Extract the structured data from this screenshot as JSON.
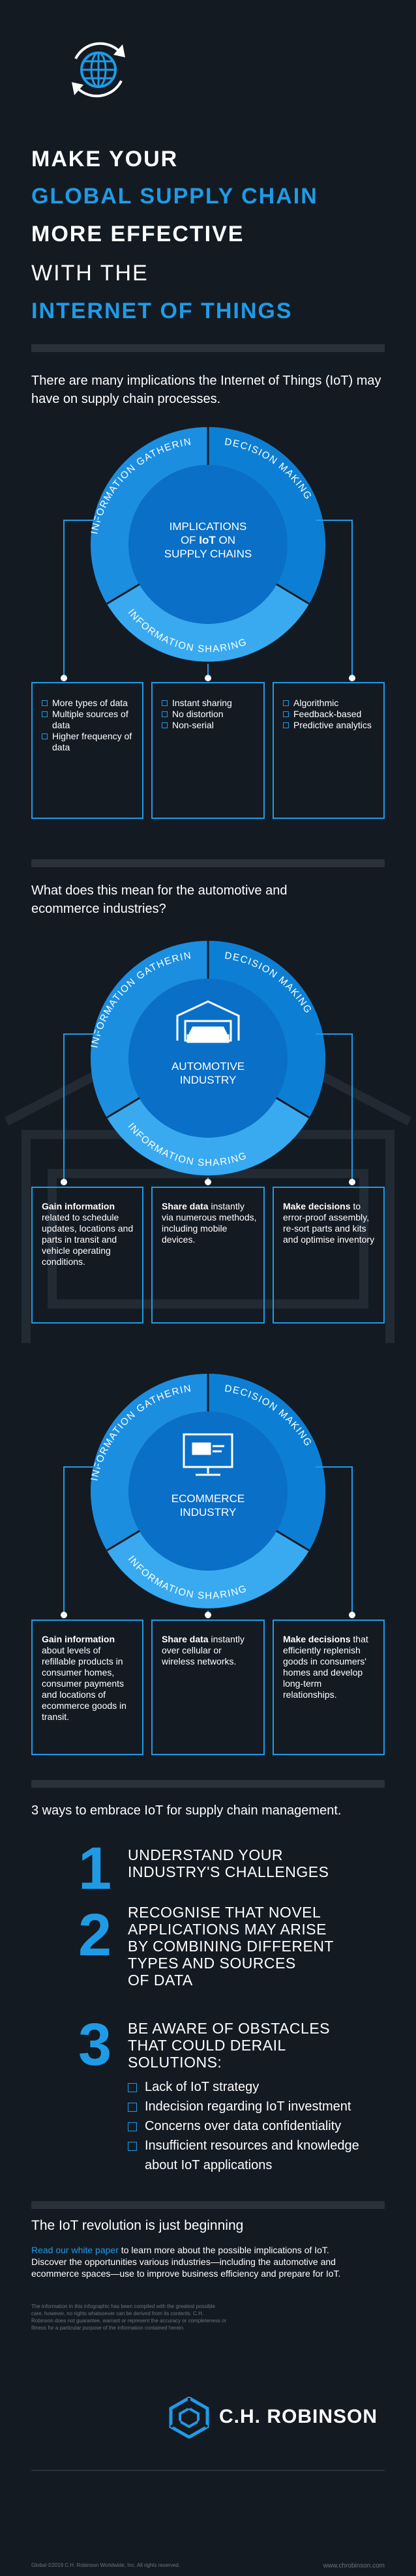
{
  "header": {
    "title_lines": [
      "MAKE YOUR",
      "GLOBAL SUPPLY CHAIN",
      "MORE EFFECTIVE",
      "WITH THE",
      "INTERNET OF THINGS"
    ]
  },
  "section1": {
    "intro": "There are many implications the Internet of Things (IoT) may have on supply chain processes.",
    "ring": {
      "left": "INFORMATION GATHERING",
      "right": "DECISION MAKING",
      "bottom": "INFORMATION SHARING"
    },
    "center": {
      "line1": "IMPLICATIONS",
      "line2_pre": "OF ",
      "line2_bold": "IoT",
      "line2_post": " ON",
      "line3": "SUPPLY CHAINS"
    },
    "boxes": [
      [
        "More types of data",
        "Multiple sources of data",
        "Higher frequency of data"
      ],
      [
        "Instant sharing",
        "No distortion",
        "Non-serial"
      ],
      [
        "Algorithmic",
        "Feedback-based",
        "Predictive analytics"
      ]
    ]
  },
  "section2": {
    "intro": "What does this mean for the automotive and ecommerce industries?",
    "automotive": {
      "ring": {
        "left": "INFORMATION GATHERING",
        "right": "DECISION MAKING",
        "bottom": "INFORMATION SHARING"
      },
      "center": {
        "line1": "AUTOMOTIVE",
        "line2": "INDUSTRY"
      },
      "boxes": [
        {
          "bold": "Gain information",
          "text": "related to schedule updates, locations and parts in transit and vehicle operating conditions."
        },
        {
          "bold": "Share data",
          "text": "instantly via numerous methods, including mobile devices."
        },
        {
          "bold": "Make decisions",
          "text": "to error-proof assembly, re-sort parts and kits and optimise inventory"
        }
      ]
    },
    "ecommerce": {
      "ring": {
        "left": "INFORMATION GATHERING",
        "right": "DECISION MAKING",
        "bottom": "INFORMATION SHARING"
      },
      "center": {
        "line1": "ECOMMERCE",
        "line2": "INDUSTRY"
      },
      "boxes": [
        {
          "bold": "Gain information",
          "text": "about levels of refillable products in consumer homes, consumer payments and locations of ecommerce goods in transit."
        },
        {
          "bold": "Share data",
          "text": "instantly over cellular or wireless networks."
        },
        {
          "bold": "Make decisions",
          "text": "that efficiently replenish goods in consumers' homes and develop long-term relationships."
        }
      ]
    }
  },
  "section3": {
    "intro": "3 ways to embrace IoT for supply chain management.",
    "steps": [
      {
        "num": "1",
        "text": [
          "UNDERSTAND YOUR",
          "INDUSTRY'S CHALLENGES"
        ]
      },
      {
        "num": "2",
        "text": [
          "RECOGNISE THAT NOVEL",
          "APPLICATIONS MAY ARISE",
          "BY COMBINING DIFFERENT",
          "TYPES AND SOURCES",
          "OF DATA"
        ]
      },
      {
        "num": "3",
        "text": [
          "BE AWARE OF OBSTACLES",
          "THAT COULD DERAIL",
          "SOLUTIONS:"
        ]
      }
    ],
    "obstacles": [
      "Lack of IoT strategy",
      "Indecision regarding IoT investment",
      "Concerns over data confidentiality",
      "Insufficient resources and knowledge",
      "about IoT applications"
    ]
  },
  "section4": {
    "heading": "The IoT revolution is just beginning",
    "link": "Read our white paper",
    "body1": " to learn more about the possible implications of IoT.",
    "body2": "Discover the opportunities various industries—including the automotive and",
    "body3": "ecommerce spaces—use to improve business efficiency and prepare for IoT.",
    "disclaimer": "The information in this infographic has been compiled with the greatest possible care, however, no rights whatsoever can be derived from its contents. C.H. Robinson does not guarantee, warrant or represent the accuracy or completeness or fitness for a particular purpose of the information contained herein."
  },
  "footer": {
    "brand": "C.H. ROBINSON",
    "copyright": "Global ©2019 C.H. Robinson Worldwide, Inc. All rights reserved.",
    "url": "www.chrobinson.com"
  },
  "colors": {
    "background": "#141a22",
    "accent": "#1f9be6",
    "ring_outer": "#1c8ee0",
    "ring_inner": "#0a6fc7",
    "divider": "#2a313a"
  },
  "icons": [
    "globe-refresh-icon",
    "car-garage-icon",
    "computer-cart-icon",
    "ch-robinson-logo-icon"
  ]
}
